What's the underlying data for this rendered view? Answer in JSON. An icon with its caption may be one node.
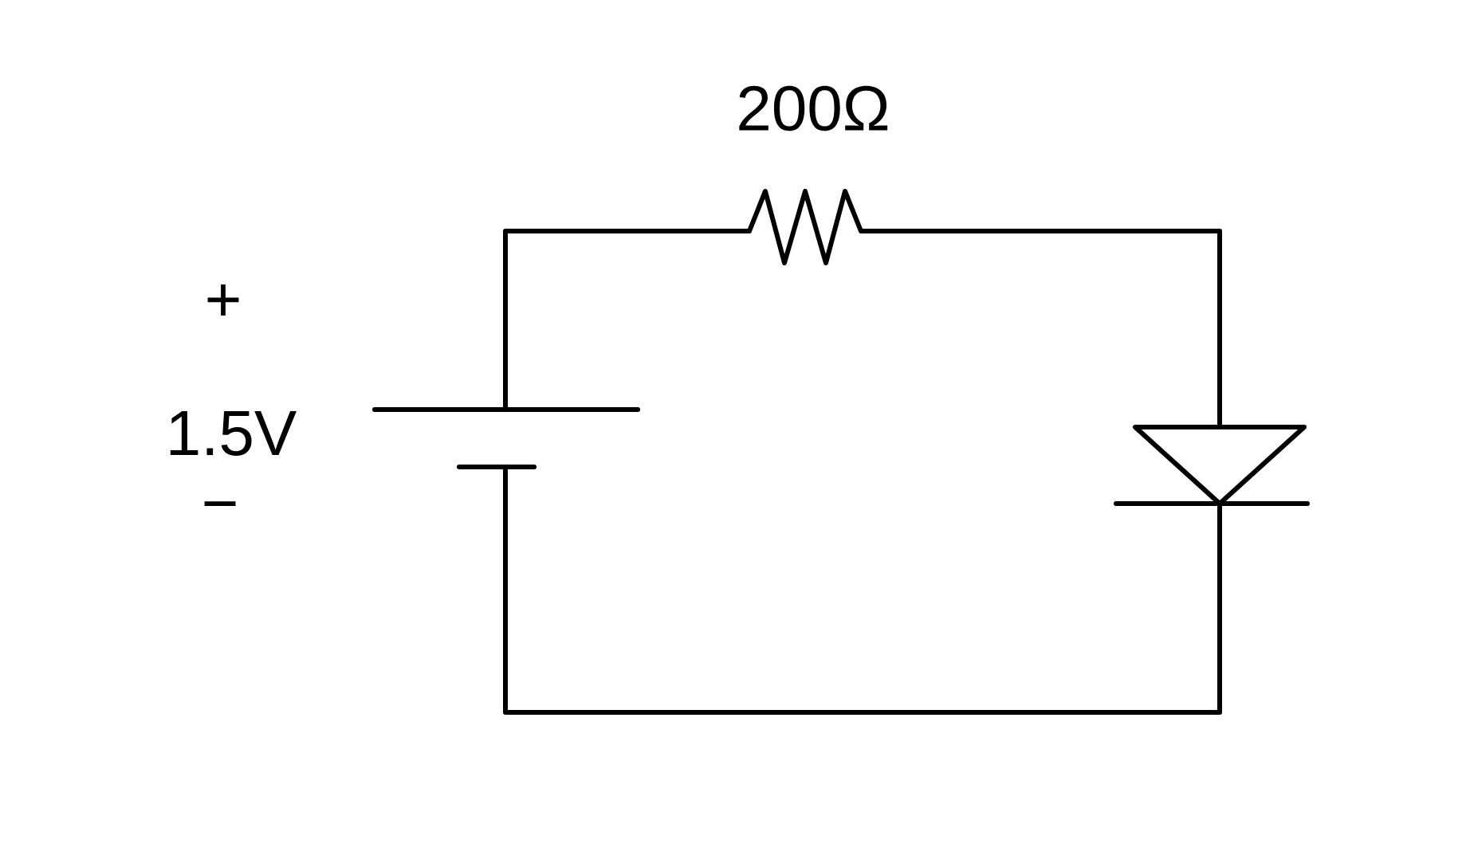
{
  "diagram": {
    "nodes": [
      {
        "text": [],
        "shape": "battery",
        "beside": [
          "+",
          "1.5V",
          "−"
        ]
      },
      {
        "text": [],
        "shape": "resistor",
        "beside": [
          "200Ω"
        ]
      },
      {
        "text": [],
        "shape": "diode"
      }
    ],
    "edges": [
      {
        "from": 0,
        "to": 1,
        "arrow": "none"
      },
      {
        "from": 1,
        "to": 2,
        "arrow": "none"
      },
      {
        "from": 2,
        "to": 0,
        "arrow": "none"
      }
    ]
  }
}
